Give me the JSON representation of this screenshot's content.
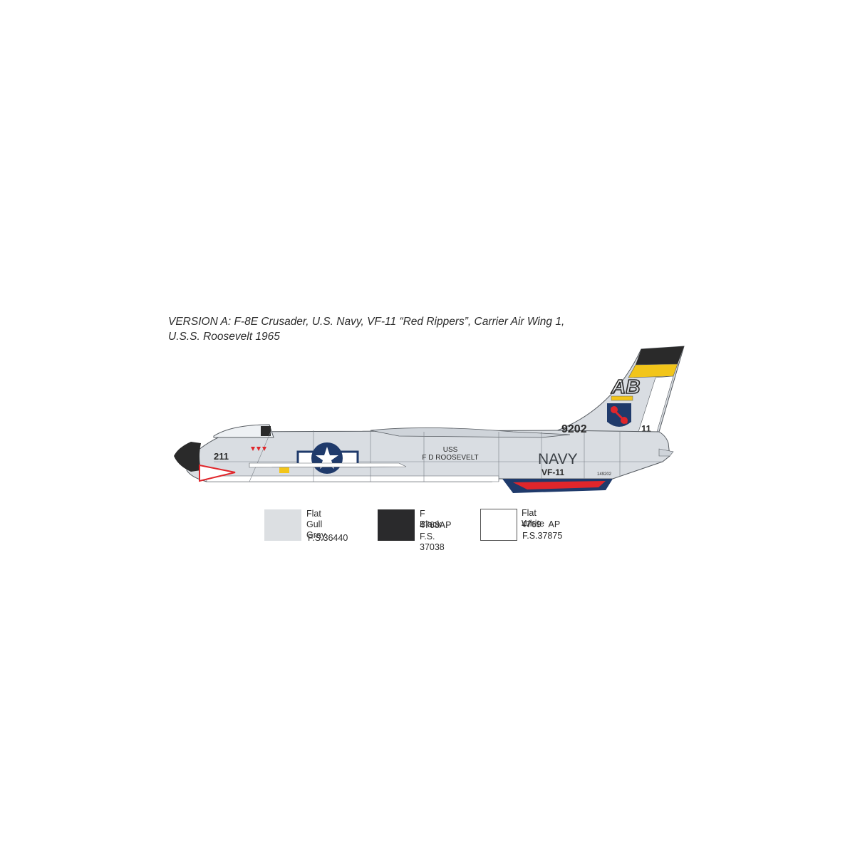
{
  "caption": {
    "line1": "VERSION A: F-8E Crusader, U.S. Navy, VF-11 “Red Rippers”, Carrier Air Wing 1,",
    "line2": "U.S.S. Roosevelt 1965"
  },
  "aircraft": {
    "type": "F-8E Crusader side profile",
    "nose_number": "211",
    "tail_code": "AB",
    "tail_number": "11",
    "fuselage_number": "9202",
    "navy_label": "NAVY",
    "squadron_label": "VF-11",
    "ship_line1": "USS",
    "ship_line2": "F D ROOSEVELT",
    "bureau_number": "149202",
    "colors": {
      "gull_gray": "#d9dde2",
      "navy_blue": "#1f3a6b",
      "red": "#e0262b",
      "yellow": "#f2c51a",
      "black": "#2a2a2a",
      "white": "#ffffff",
      "line": "#555a60"
    }
  },
  "swatches": [
    {
      "name": "Flat Gull Gray",
      "code": "",
      "fs": "F.S.36440",
      "color": "#dcdfe2"
    },
    {
      "name": "F Black",
      "code": "4768AP",
      "fs": "F.S. 37038",
      "color": "#2a2a2c"
    },
    {
      "name": "Flat White",
      "code": "4769   AP",
      "fs": "F.S.37875",
      "color": "#ffffff"
    }
  ]
}
